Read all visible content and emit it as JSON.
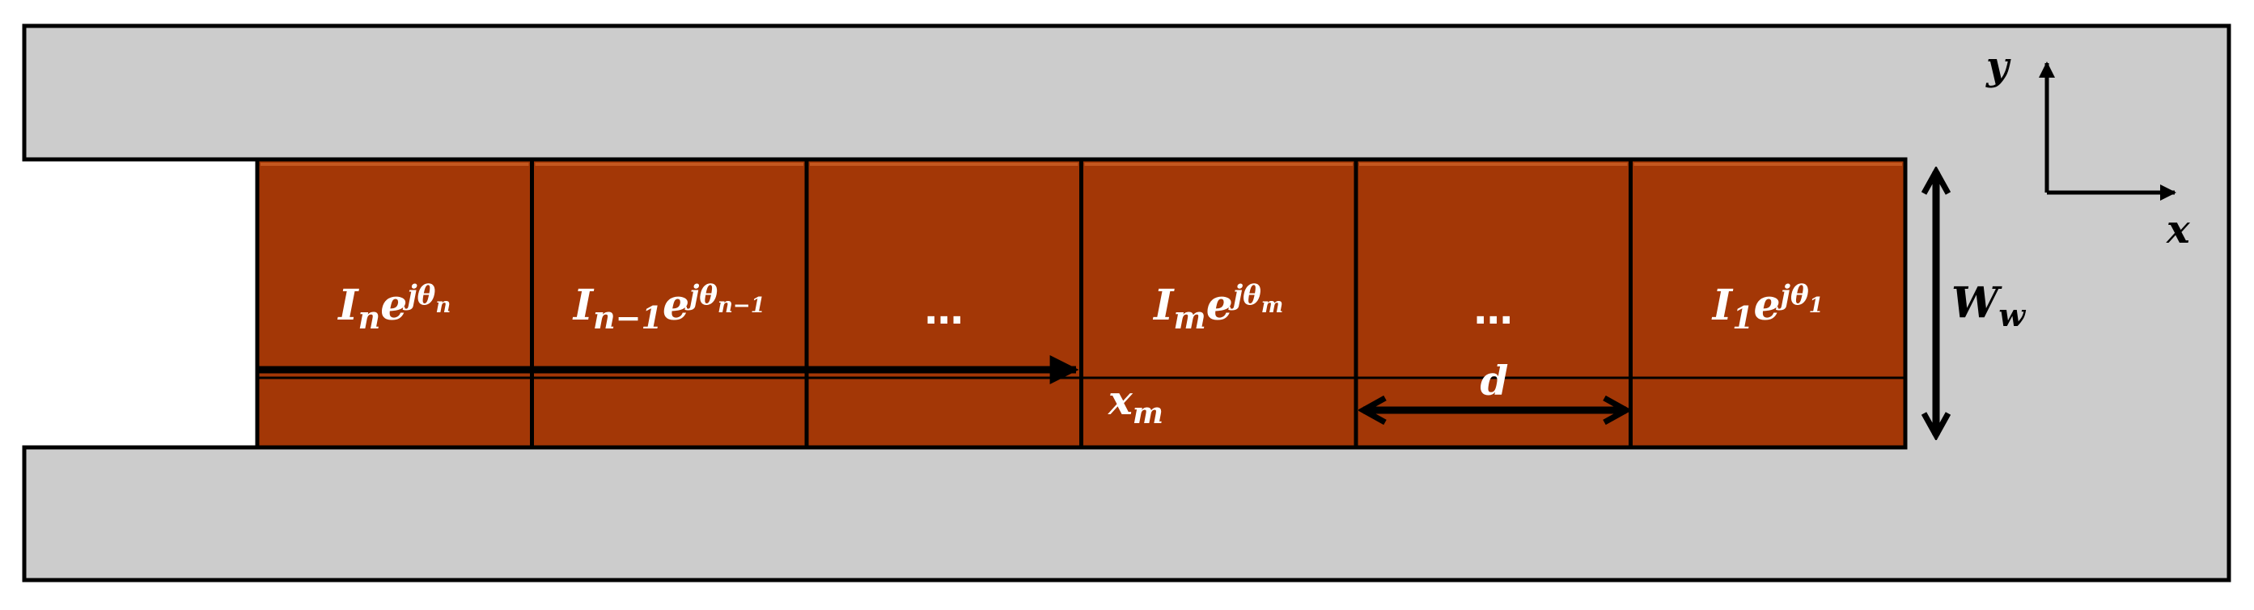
{
  "colors": {
    "waveguide": "#cccccc",
    "element": "#a33706",
    "outline": "#000000"
  },
  "elements": [
    {
      "base": "I",
      "sub": "n",
      "exp_sub": "n",
      "text": ""
    },
    {
      "base": "I",
      "sub": "n−1",
      "exp_sub": "n−1",
      "text": ""
    },
    {
      "base": "",
      "sub": "",
      "exp_sub": "",
      "text": "…"
    },
    {
      "base": "I",
      "sub": "m",
      "exp_sub": "m",
      "text": ""
    },
    {
      "base": "",
      "sub": "",
      "exp_sub": "",
      "text": "…"
    },
    {
      "base": "I",
      "sub": "1",
      "exp_sub": "1",
      "text": ""
    }
  ],
  "exp": {
    "e": "e",
    "j": "jθ"
  },
  "position_label": {
    "base": "x",
    "sub": "m"
  },
  "spacing_label": "d",
  "width_label": {
    "base": "W",
    "sub": "w"
  },
  "axes": {
    "x": "x",
    "y": "y"
  }
}
